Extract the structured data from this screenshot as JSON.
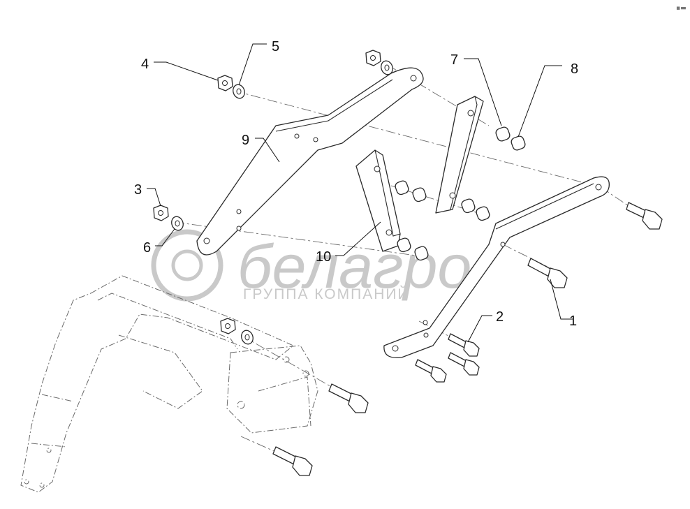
{
  "diagram": {
    "watermark": {
      "brand": "белагро",
      "tagline": "ГРУППА КОМПАНИЙ",
      "color": "#c9c9c9"
    },
    "corner_mark": "▪▬",
    "callouts": [
      {
        "id": "1",
        "label": "1"
      },
      {
        "id": "2",
        "label": "2"
      },
      {
        "id": "3",
        "label": "3"
      },
      {
        "id": "4",
        "label": "4"
      },
      {
        "id": "5",
        "label": "5"
      },
      {
        "id": "6",
        "label": "6"
      },
      {
        "id": "7",
        "label": "7"
      },
      {
        "id": "8",
        "label": "8"
      },
      {
        "id": "9",
        "label": "9"
      },
      {
        "id": "10",
        "label": "10"
      }
    ]
  }
}
